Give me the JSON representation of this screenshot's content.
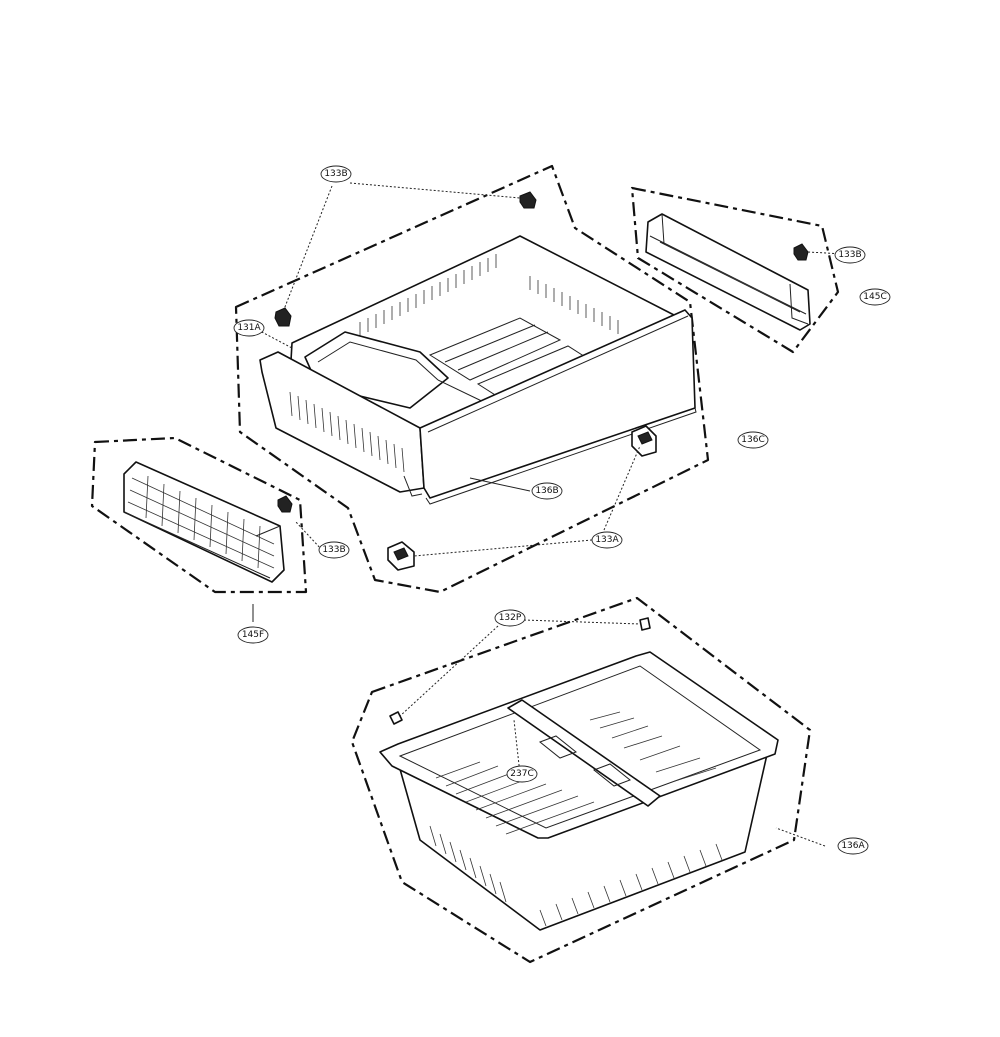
{
  "labels": {
    "l_133b_top": "133B",
    "l_133b_right": "133B",
    "l_145c": "145C",
    "l_131a": "131A",
    "l_136c": "136C",
    "l_136b": "136B",
    "l_133a": "133A",
    "l_133b_left": "133B",
    "l_145f": "145F",
    "l_132p": "132P",
    "l_237c": "237C",
    "l_136a": "136A"
  }
}
